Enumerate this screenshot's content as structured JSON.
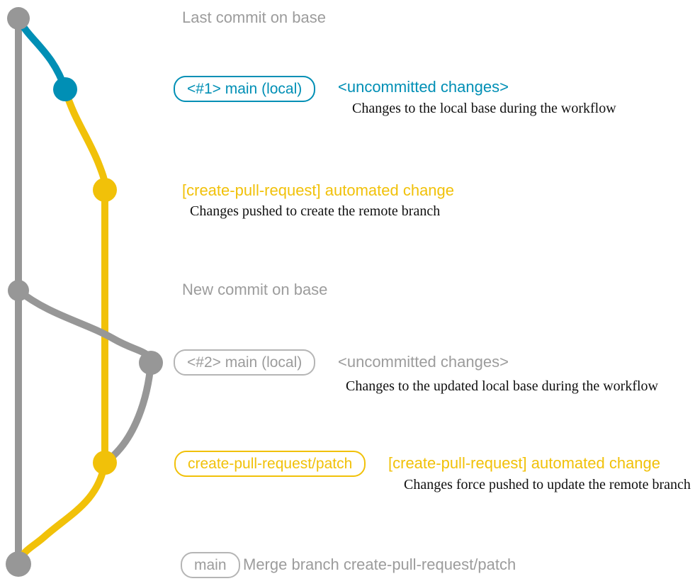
{
  "colors": {
    "c-gray": "#979797",
    "c-gray-text": "#9c9c9c",
    "c-gray-border": "#b5b5b5",
    "c-blue": "#008fb5",
    "c-yellow": "#f1c109",
    "c-ink": "#101010"
  },
  "graph": {
    "nodes": [
      {
        "id": "base-1",
        "color": "gray"
      },
      {
        "id": "local-1",
        "color": "blue"
      },
      {
        "id": "remote-1",
        "color": "yellow"
      },
      {
        "id": "base-2",
        "color": "gray"
      },
      {
        "id": "local-2",
        "color": "gray"
      },
      {
        "id": "remote-2",
        "color": "yellow"
      },
      {
        "id": "merge",
        "color": "gray"
      }
    ]
  },
  "annotations": {
    "last_commit": {
      "label": "Last commit on base"
    },
    "commit1": {
      "badge": "<#1> main (local)",
      "note": "<uncommitted changes>",
      "caption": "Changes to the local base during the workflow"
    },
    "push1": {
      "title": "[create-pull-request] automated change",
      "caption": "Changes pushed to create the remote branch"
    },
    "new_commit": {
      "label": "New commit on base"
    },
    "commit2": {
      "badge": "<#2> main (local)",
      "note": "<uncommitted changes>",
      "caption": "Changes to the updated local base during the workflow"
    },
    "push2": {
      "badge": "create-pull-request/patch",
      "title": "[create-pull-request] automated change",
      "caption": "Changes force pushed to update the remote branch"
    },
    "merge": {
      "badge": "main",
      "label": "Merge branch create-pull-request/patch"
    }
  }
}
